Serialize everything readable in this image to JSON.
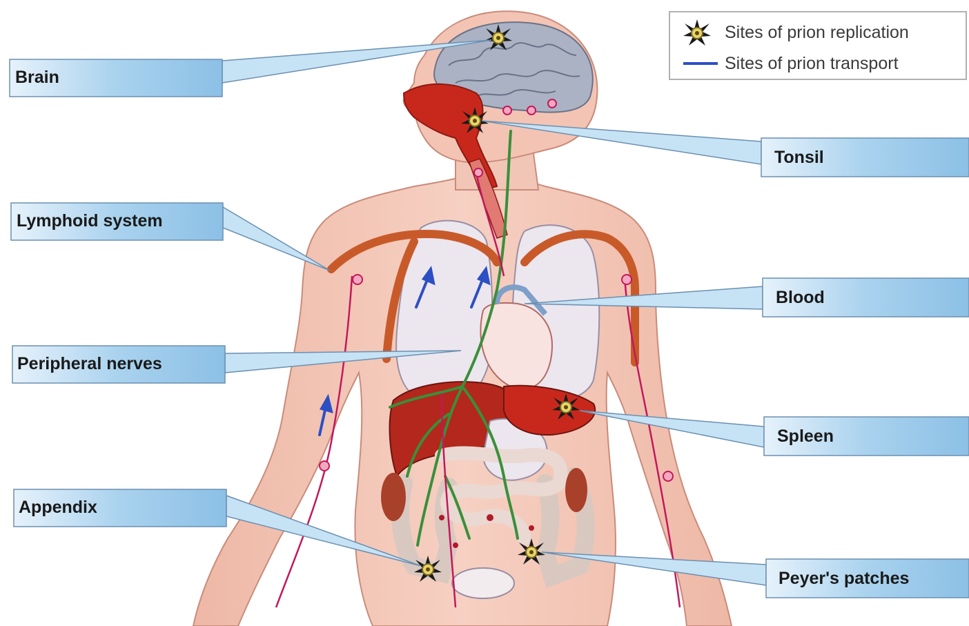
{
  "legend": {
    "replication_label": "Sites of prion replication",
    "transport_label": "Sites of prion transport"
  },
  "labels": {
    "brain": "Brain",
    "tonsil": "Tonsil",
    "lymphoid_system": "Lymphoid system",
    "blood": "Blood",
    "peripheral_nerves": "Peripheral nerves",
    "spleen": "Spleen",
    "appendix": "Appendix",
    "peyers_patches": "Peyer's patches"
  },
  "colors": {
    "skin": "#f3c4b4",
    "skin_outline": "#c98b7a",
    "label_fill": "#a9d2ee",
    "label_stroke": "#6b8fb0",
    "organ_red": "#c8281c",
    "nerve_green": "#3a8f3a",
    "transport_blue": "#2d4fc4",
    "lymph_pink": "#c2185b",
    "brain_gray": "#aab2c4"
  },
  "icons": {
    "replication": "prion-replication-star-icon",
    "transport": "transport-arrow-icon"
  }
}
